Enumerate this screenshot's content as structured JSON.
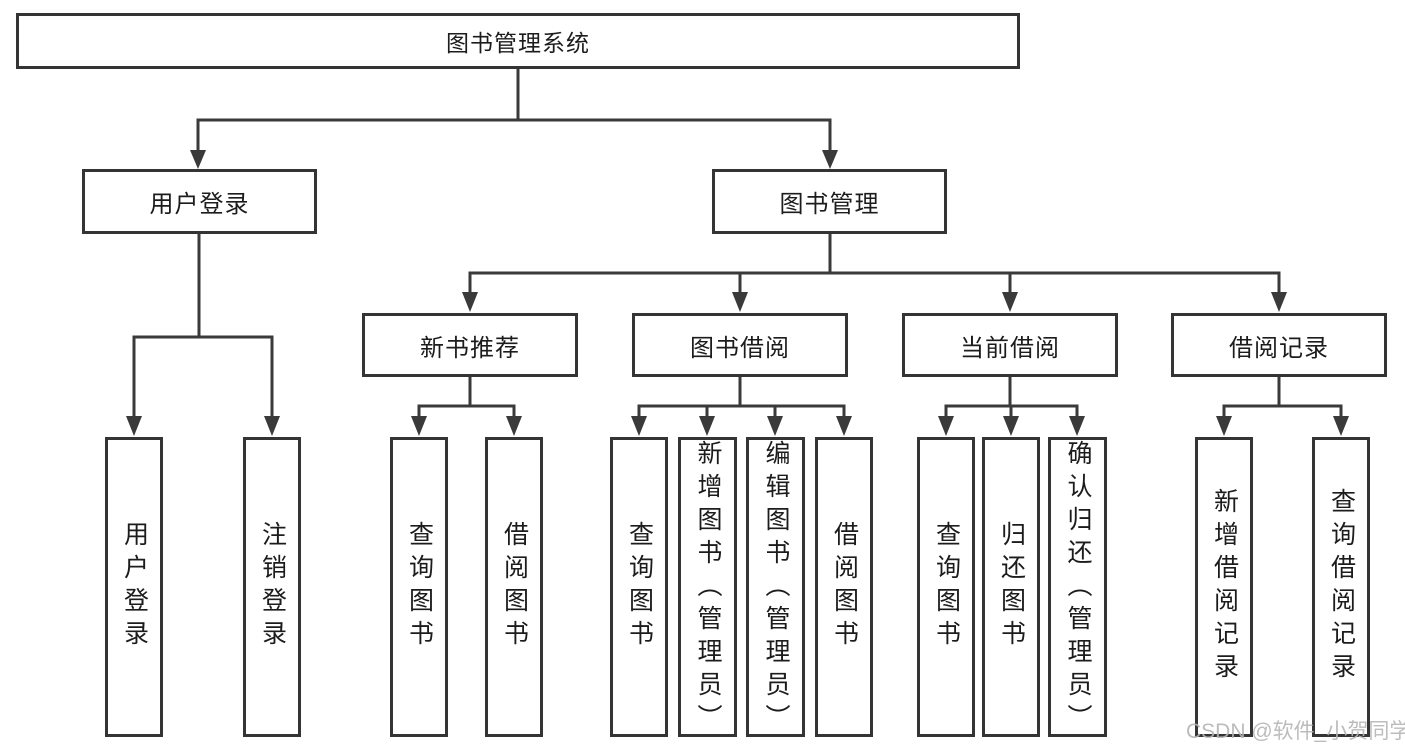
{
  "diagram": {
    "root": {
      "label": "图书管理系统"
    },
    "branches": [
      {
        "label": "用户登录",
        "children": [
          {
            "label": "用户登录"
          },
          {
            "label": "注销登录"
          }
        ]
      },
      {
        "label": "图书管理",
        "children": [
          {
            "label": "新书推荐",
            "children": [
              {
                "label": "查询图书"
              },
              {
                "label": "借阅图书"
              }
            ]
          },
          {
            "label": "图书借阅",
            "children": [
              {
                "label": "查询图书"
              },
              {
                "label": "新增图书（管理员）"
              },
              {
                "label": "编辑图书（管理员）"
              },
              {
                "label": "借阅图书"
              }
            ]
          },
          {
            "label": "当前借阅",
            "children": [
              {
                "label": "查询图书"
              },
              {
                "label": "归还图书"
              },
              {
                "label": "确认归还（管理员）"
              }
            ]
          },
          {
            "label": "借阅记录",
            "children": [
              {
                "label": "新增借阅记录"
              },
              {
                "label": "查询借阅记录"
              }
            ]
          }
        ]
      }
    ],
    "watermark": "CSDN @软件_小贺同学",
    "colors": {
      "line": "#3a3a3a",
      "box_border": "#343434",
      "text": "#1c1c1c",
      "background": "#ffffff",
      "watermark": "#b5b5b5"
    }
  }
}
